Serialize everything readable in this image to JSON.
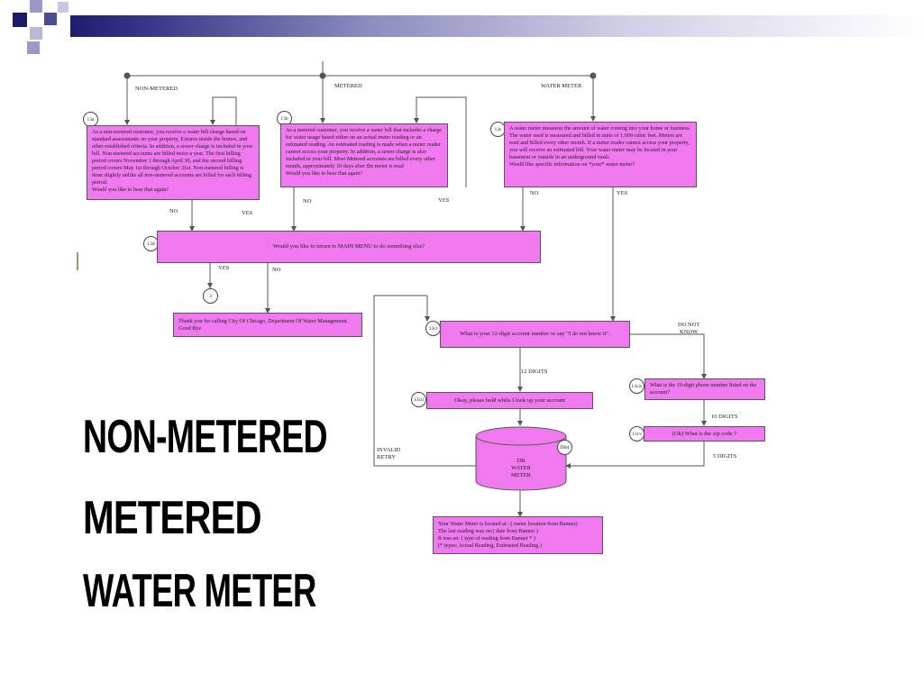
{
  "labels": {
    "non_metered": "NON-METERED",
    "metered": "METERED",
    "water_meter": "WATER METER",
    "no": "NO",
    "yes": "YES",
    "do_not_know": "DO NOT\nKNOW",
    "twelve_digits": "12 DIGITS",
    "ten_digits": "10 DIGITS",
    "five_digits": "5 DIGITS",
    "invalid_retry": "INVALID\nRETRY"
  },
  "nodes": {
    "n13a": {
      "id": "13a",
      "text": "As a non-metered customer, you receive a water bill charge  based on standard assessments on your property, Extures inside the homes, and other established criteria.  In addition, a sewer charge is included in your bill.  Non-metered accounts are billed twice a year.  The first billing period covers November 1 through April 30, and the second billing period covers May 1st through October 31st.  Non-metered billing is done slightly unlike all non-metered accounts are billed for each billing period.\nWould you like to hear that again?"
    },
    "n13b": {
      "id": "13b",
      "text": "As a metered customer, you receive a water bill that includes a charge for water usage based either on an actual meter reading or an estimated reading.  An estimated reading is made when a meter reader cannot access your property.  In addition, a sewer charge is also included in your bill.  Most Metered accounts are billed every other month, approximately 10 days after the meter is read\nWould you like to hear that again?"
    },
    "n13c": {
      "id": "13c",
      "text": "A water meter measures the amount of water coming into your home or business.  The water used is measured and billed in units of 1,000 cubic feet.  Meters are read and billed every other month.  If a meter reader cannot access your property, you will receive an estimated bill.  Your water meter may be located in your basement or outside in an underground vault.\nWould like specific information on *your* water meter?"
    },
    "n13d": {
      "id": "13d",
      "text": "Would you like to return to MAIN MENU to do something else?"
    },
    "n3": {
      "id": "3"
    },
    "goodbye": {
      "text": "Thank you for calling City Of Chicago, Department Of Water Management.\nGood Bye"
    },
    "n13ci": {
      "id": "13ci",
      "text": "What is your 12-digit account number or say \"I do not know it\"."
    },
    "n13cii": {
      "id": "13cii",
      "text": "Okay, please hold while I look up your account"
    },
    "n13civ": {
      "id": "13civ",
      "text": "What is the 10-digit phone number listed on the account?"
    },
    "n13cv": {
      "id": "13cv",
      "text": "(Ok) What is the  zip code ?"
    },
    "db": {
      "id": "DB4",
      "text": "DB\nWATER\nMETER"
    },
    "result": {
      "text": "Your Water Meter is located at : ( meter location from Banner)\nThe last reading was on:( date from Banner )\nIt was an: ( type of reading from Banner * )\n(* types: Actual Reading, Estimated Reading  )"
    }
  },
  "titles": {
    "line1": "NON-METERED",
    "line2": "METERED",
    "line3": "WATER METER"
  },
  "colors": {
    "box_fill": "#f079f0",
    "header_bar_dark": "#1e1e6e",
    "square_dark": "#1a1a6a",
    "square_light": "#9a9ac8"
  }
}
